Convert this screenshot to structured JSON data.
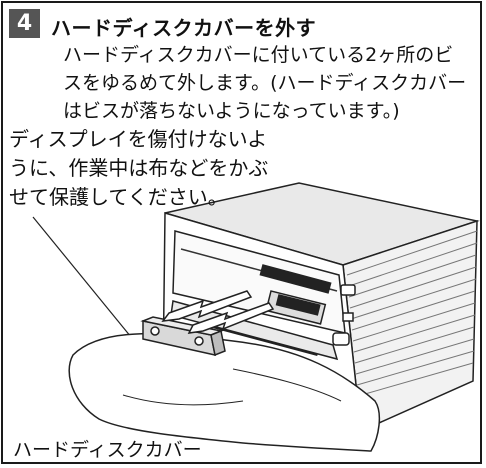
{
  "step": {
    "number": "4",
    "title": "ハードディスクカバーを外す",
    "body_lines": [
      "ハードディスクカバーに付いている2ヶ所のビ",
      "スをゆるめて外します。(ハードディスクカバー",
      "はビスが落ちないようになっています。)"
    ]
  },
  "caution_lines": [
    "ディスプレイを傷付けないよ",
    "うに、作業中は布などをかぶ",
    "せて保護してください。"
  ],
  "part_label": "ハードディスクカバー",
  "colors": {
    "badge": "#555555",
    "border": "#1a1a1a"
  }
}
